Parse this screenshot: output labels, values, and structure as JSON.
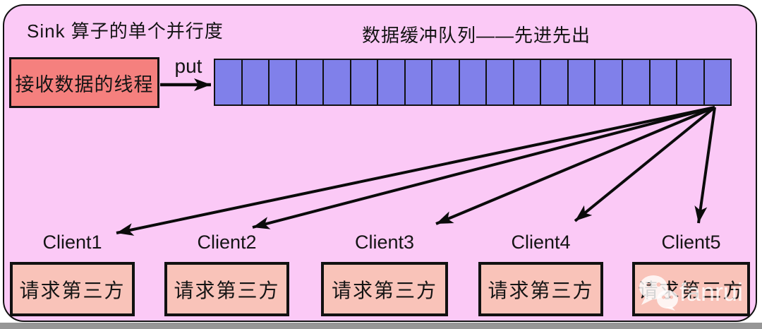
{
  "diagram": {
    "panel_title": "Sink 算子的单个并行度",
    "queue_title": "数据缓冲队列——先进先出",
    "producer_label": "接收数据的线程",
    "put_label": "put",
    "queue": {
      "cell_count": 19
    },
    "clients": [
      {
        "label": "Client1",
        "box_label": "请求第三方"
      },
      {
        "label": "Client2",
        "box_label": "请求第三方"
      },
      {
        "label": "Client3",
        "box_label": "请求第三方"
      },
      {
        "label": "Client4",
        "box_label": "请求第三方"
      },
      {
        "label": "Client5",
        "box_label": "请求第三方"
      }
    ],
    "watermark": {
      "icon": "wechat-icon",
      "text": "fanrui"
    },
    "colors": {
      "panel_bg": "#FBC9F6",
      "queue_cell": "#8080EA",
      "producer_bg": "#F5807E",
      "client_box_bg": "#F9C3B9",
      "outline": "#111111",
      "bottom_bar": "#969696"
    }
  }
}
